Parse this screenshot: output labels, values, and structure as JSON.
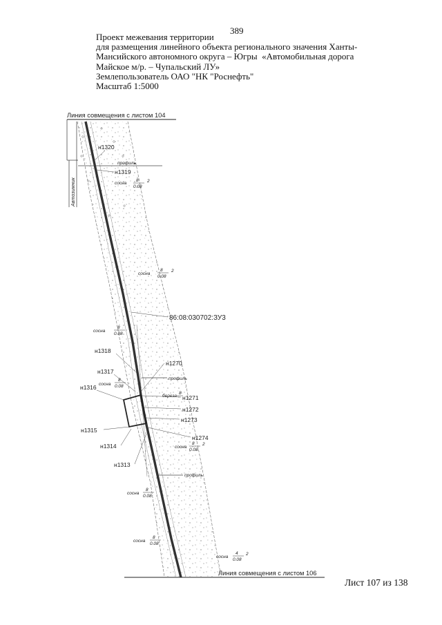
{
  "page_number": "389",
  "header": {
    "lines": [
      "Проект межевания территории",
      "для размещения линейного объекта регионального значения Ханты-",
      "Мансийского автономного округа – Югры  «Автомобильная дорога",
      "Майское м/р. – Чупальский ЛУ»",
      "Землепользователь ОАО \"НК \"Роснефть\"",
      "Масштаб 1:5000"
    ]
  },
  "map": {
    "match_line_top": "Линия совмещения с листом 104",
    "match_line_bottom": "Линия совмещения с листом 106",
    "parcel_id": "86:08:030702:ЗУ3",
    "winter_road": "Автозимник",
    "profiles": [
      "профиль",
      "профиль",
      "профиль"
    ],
    "points": {
      "n1320": "н1320",
      "n1319": "н1319",
      "n1318": "н1318",
      "n1317": "н1317",
      "n1316": "н1316",
      "n1315": "н1315",
      "n1314": "н1314",
      "n1313": "н1313",
      "n1270": "н1270",
      "n1271": "н1271",
      "n1272": "н1272",
      "n1273": "н1273",
      "n1274": "н1274"
    },
    "forest": [
      {
        "species": "сосна",
        "num": "8",
        "den": "0.08",
        "suffix": "2"
      },
      {
        "species": "сосна",
        "num": "8",
        "den": "0.08",
        "suffix": "2"
      },
      {
        "species": "сосна",
        "num": "8",
        "den": "0.08"
      },
      {
        "species": "сосна",
        "num": "8",
        "den": "0.08"
      },
      {
        "species": "береза",
        "num": "8"
      },
      {
        "species": "сосна",
        "num": "8",
        "den": "0.08",
        "suffix": "2"
      },
      {
        "species": "сосна",
        "num": "8",
        "den": "0.08"
      },
      {
        "species": "сосна",
        "num": "8",
        "den": "0.08"
      },
      {
        "species": "сосна",
        "num": "4",
        "den": "0.08",
        "suffix": "2"
      }
    ]
  },
  "footer": {
    "sheet": "Лист 107 из 138"
  }
}
